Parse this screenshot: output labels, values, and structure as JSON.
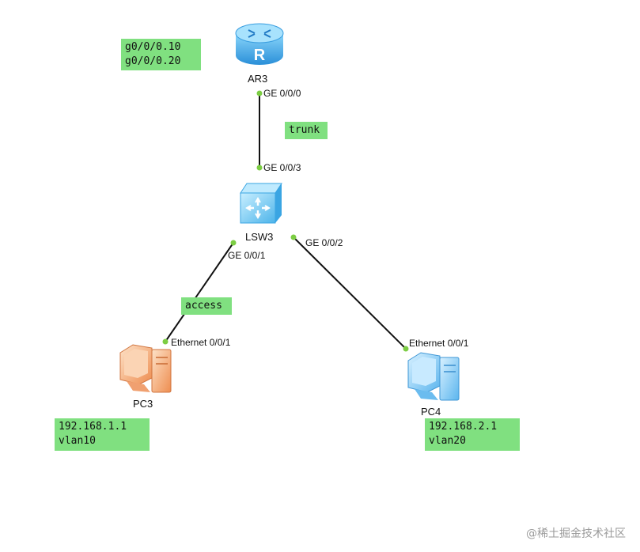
{
  "devices": {
    "router": {
      "name": "AR3"
    },
    "switch": {
      "name": "LSW3"
    },
    "pc3": {
      "name": "PC3"
    },
    "pc4": {
      "name": "PC4"
    }
  },
  "ports": {
    "ar3_ge000": "GE 0/0/0",
    "lsw3_ge003": "GE 0/0/3",
    "lsw3_ge001": "GE 0/0/1",
    "lsw3_ge002": "GE 0/0/2",
    "pc3_eth": "Ethernet 0/0/1",
    "pc4_eth": "Ethernet 0/0/1"
  },
  "notes": {
    "router_subifs": [
      "g0/0/0.10",
      "g0/0/0.20"
    ],
    "trunk": "trunk",
    "access": "access",
    "pc3": [
      "192.168.1.1",
      "vlan10"
    ],
    "pc4": [
      "192.168.2.1",
      "vlan20"
    ]
  },
  "colors": {
    "note_bg": "#80e080",
    "port_dot": "#7ccd43",
    "link": "#111111",
    "router": "#4fb3ea",
    "switch": "#6cc6f0",
    "pc3": "#f3a875",
    "pc4": "#7fc7f3"
  },
  "watermark": "@稀土掘金技术社区"
}
